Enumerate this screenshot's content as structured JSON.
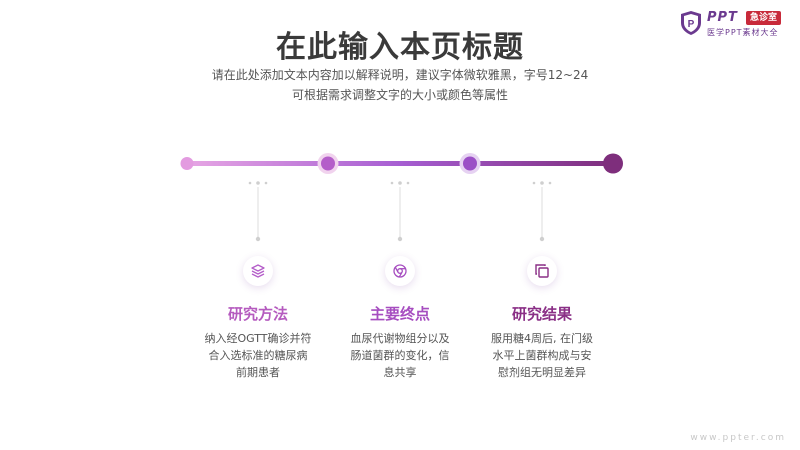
{
  "header": {
    "title": "在此输入本页标题",
    "subtitle_line1": "请在此处添加文本内容加以解释说明，建议字体微软雅黑，字号12~24",
    "subtitle_line2": "可根据需求调整文字的大小或颜色等属性"
  },
  "logo": {
    "brand": "PPT",
    "badge": "急诊室",
    "slogan": "医学PPT素材大全",
    "shield_letter": "P"
  },
  "colors": {
    "pink_light": "#e39be0",
    "purple_mid": "#b45ec9",
    "purple": "#9b4fc6",
    "purple_dark": "#7e2e7c",
    "heading_1": "#b55bbf",
    "heading_2": "#a64dc0",
    "heading_3": "#8a2f86"
  },
  "steps": [
    {
      "icon": "layers-icon",
      "heading": "研究方法",
      "desc_lines": [
        "纳入经OGTT确诊并符",
        "合入选标准的糖尿病",
        "前期患者"
      ]
    },
    {
      "icon": "chrome-icon",
      "heading": "主要终点",
      "desc_lines": [
        "血尿代谢物组分以及",
        "肠道菌群的变化，信",
        "息共享"
      ]
    },
    {
      "icon": "copy-icon",
      "heading": "研究结果",
      "desc_lines": [
        "服用糖4周后, 在门级",
        "水平上菌群构成与安",
        "慰剂组无明显差异"
      ]
    }
  ],
  "footer": {
    "url": "www.ppter.com"
  }
}
